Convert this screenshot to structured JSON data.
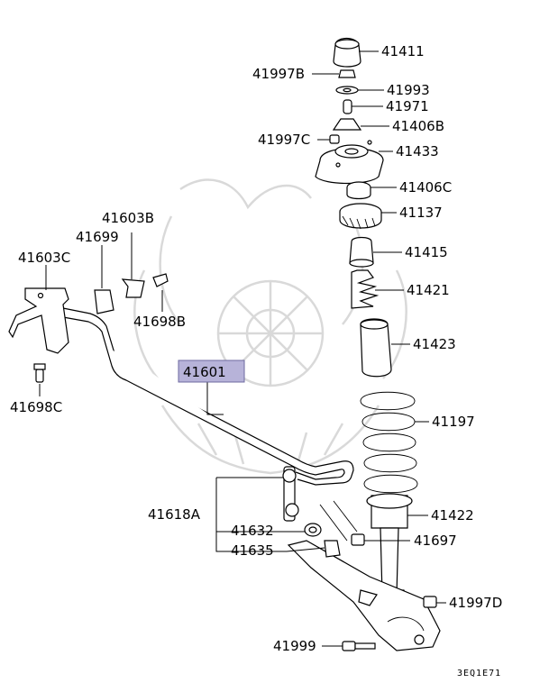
{
  "diagram": {
    "code": "3EQ1E71",
    "highlight_color": "#b7b3d9",
    "highlighted_part": "41601",
    "parts": {
      "p41411": "41411",
      "p41997B": "41997B",
      "p41993": "41993",
      "p41971": "41971",
      "p41406B": "41406B",
      "p41997C": "41997C",
      "p41433": "41433",
      "p41406C": "41406C",
      "p41137": "41137",
      "p41415": "41415",
      "p41421": "41421",
      "p41423": "41423",
      "p41197": "41197",
      "p41422": "41422",
      "p41697": "41697",
      "p41997D": "41997D",
      "p41999": "41999",
      "p41601": "41601",
      "p41603B": "41603B",
      "p41699": "41699",
      "p41603C": "41603C",
      "p41698B": "41698B",
      "p41698C": "41698C",
      "p41618A": "41618A",
      "p41632": "41632",
      "p41635": "41635"
    }
  }
}
